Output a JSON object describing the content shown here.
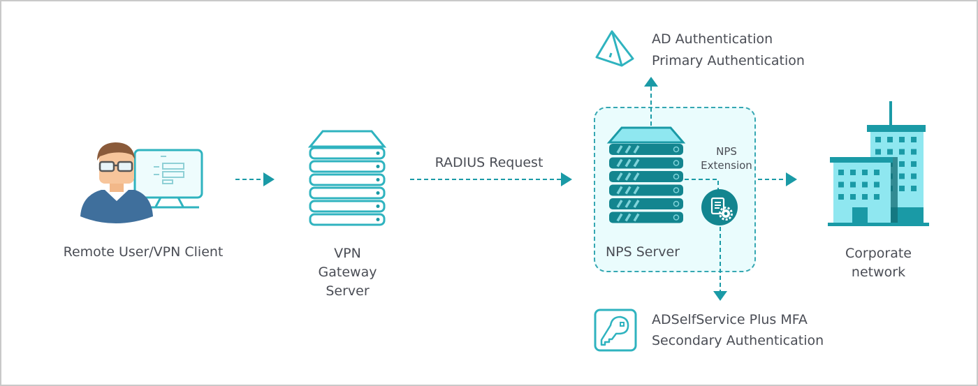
{
  "diagram": {
    "nodes": {
      "remote_user": {
        "label": "Remote User/VPN Client",
        "icon": "user-at-computer-icon"
      },
      "vpn_gateway": {
        "label_lines": [
          "VPN",
          "Gateway",
          "Server"
        ],
        "icon": "server-rack-icon"
      },
      "nps_server": {
        "label": "NPS Server",
        "icon": "server-rack-icon"
      },
      "nps_extension": {
        "label_lines": [
          "NPS",
          "Extension"
        ],
        "icon": "document-gear-icon"
      },
      "ad_auth": {
        "title": "AD Authentication",
        "subtitle": "Primary Authentication",
        "icon": "pyramid-icon"
      },
      "mfa": {
        "title": "ADSelfService Plus MFA",
        "subtitle": "Secondary Authentication",
        "icon": "key-icon"
      },
      "corporate": {
        "label_lines": [
          "Corporate",
          "network"
        ],
        "icon": "buildings-icon"
      }
    },
    "edges": [
      {
        "from": "remote_user",
        "to": "vpn_gateway",
        "label": ""
      },
      {
        "from": "vpn_gateway",
        "to": "nps_server",
        "label": "RADIUS Request"
      },
      {
        "from": "nps_server",
        "to": "ad_auth",
        "label": ""
      },
      {
        "from": "nps_server",
        "to": "nps_extension",
        "label": ""
      },
      {
        "from": "nps_extension",
        "to": "mfa",
        "label": ""
      },
      {
        "from": "nps_server",
        "to": "corporate",
        "label": ""
      }
    ]
  },
  "colors": {
    "accent": "#1a9aa6",
    "accent_dark": "#13858f",
    "accent_light": "#8fe7f0",
    "box_fill": "#eafcfd",
    "text": "#4a4d55",
    "user_shirt": "#3f6f9c",
    "user_skin": "#f7c59b",
    "user_hair": "#8a5a3a"
  }
}
